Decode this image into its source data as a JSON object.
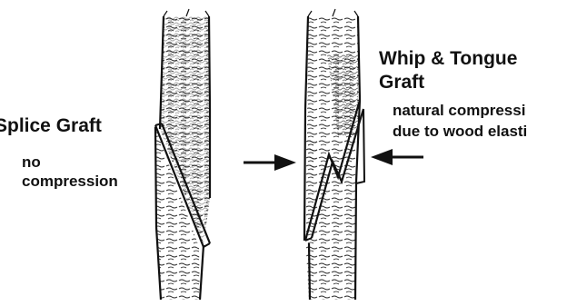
{
  "labels": {
    "splice_title": "Splice Graft",
    "splice_note_line1": "no",
    "splice_note_line2": "compression",
    "whip_title_line1": "Whip & Tongue",
    "whip_title_line2": "Graft",
    "whip_note_line1": "natural compressi",
    "whip_note_line2": "due to wood elasti"
  },
  "colors": {
    "ink": "#111111",
    "background": "#ffffff"
  },
  "icons": {
    "left_arrow": "arrow-right-icon",
    "right_arrow": "arrow-left-icon"
  }
}
